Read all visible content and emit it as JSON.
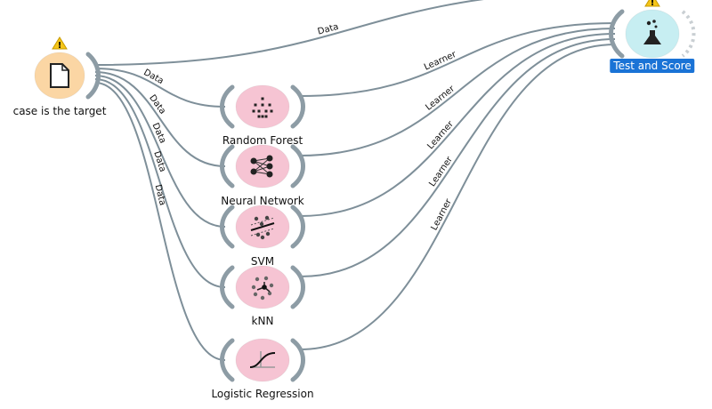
{
  "canvas": {
    "colors": {
      "link": "#7e8f99",
      "anchor": "#8d9ca5",
      "data_node_fill": "#fbd6a4",
      "learner_node_fill": "#f6c4d3",
      "eval_node_fill": "#c7eef2",
      "selected_label_bg": "#1a73d6",
      "warning": "#f5c518"
    }
  },
  "nodes": [
    {
      "id": "file",
      "title": "case is the target",
      "kind": "data",
      "icon": "file-icon",
      "warning": true,
      "selected": false
    },
    {
      "id": "rf",
      "title": "Random Forest",
      "kind": "learner",
      "icon": "random-forest-icon",
      "warning": false,
      "selected": false
    },
    {
      "id": "nn",
      "title": "Neural Network",
      "kind": "learner",
      "icon": "neural-network-icon",
      "warning": false,
      "selected": false
    },
    {
      "id": "svm",
      "title": "SVM",
      "kind": "learner",
      "icon": "svm-icon",
      "warning": false,
      "selected": false
    },
    {
      "id": "knn",
      "title": "kNN",
      "kind": "learner",
      "icon": "knn-icon",
      "warning": false,
      "selected": false
    },
    {
      "id": "lr",
      "title": "Logistic Regression",
      "kind": "learner",
      "icon": "logistic-regression-icon",
      "warning": false,
      "selected": false
    },
    {
      "id": "ts",
      "title": "Test and Score",
      "kind": "evaluate",
      "icon": "flask-icon",
      "warning": true,
      "selected": true
    }
  ],
  "links": [
    {
      "from": "file",
      "to": "ts",
      "label": "Data"
    },
    {
      "from": "file",
      "to": "rf",
      "label": "Data"
    },
    {
      "from": "file",
      "to": "nn",
      "label": "Data"
    },
    {
      "from": "file",
      "to": "svm",
      "label": "Data"
    },
    {
      "from": "file",
      "to": "knn",
      "label": "Data"
    },
    {
      "from": "file",
      "to": "lr",
      "label": "Data"
    },
    {
      "from": "rf",
      "to": "ts",
      "label": "Learner"
    },
    {
      "from": "nn",
      "to": "ts",
      "label": "Learner"
    },
    {
      "from": "svm",
      "to": "ts",
      "label": "Learner"
    },
    {
      "from": "knn",
      "to": "ts",
      "label": "Learner"
    },
    {
      "from": "lr",
      "to": "ts",
      "label": "Learner"
    }
  ]
}
